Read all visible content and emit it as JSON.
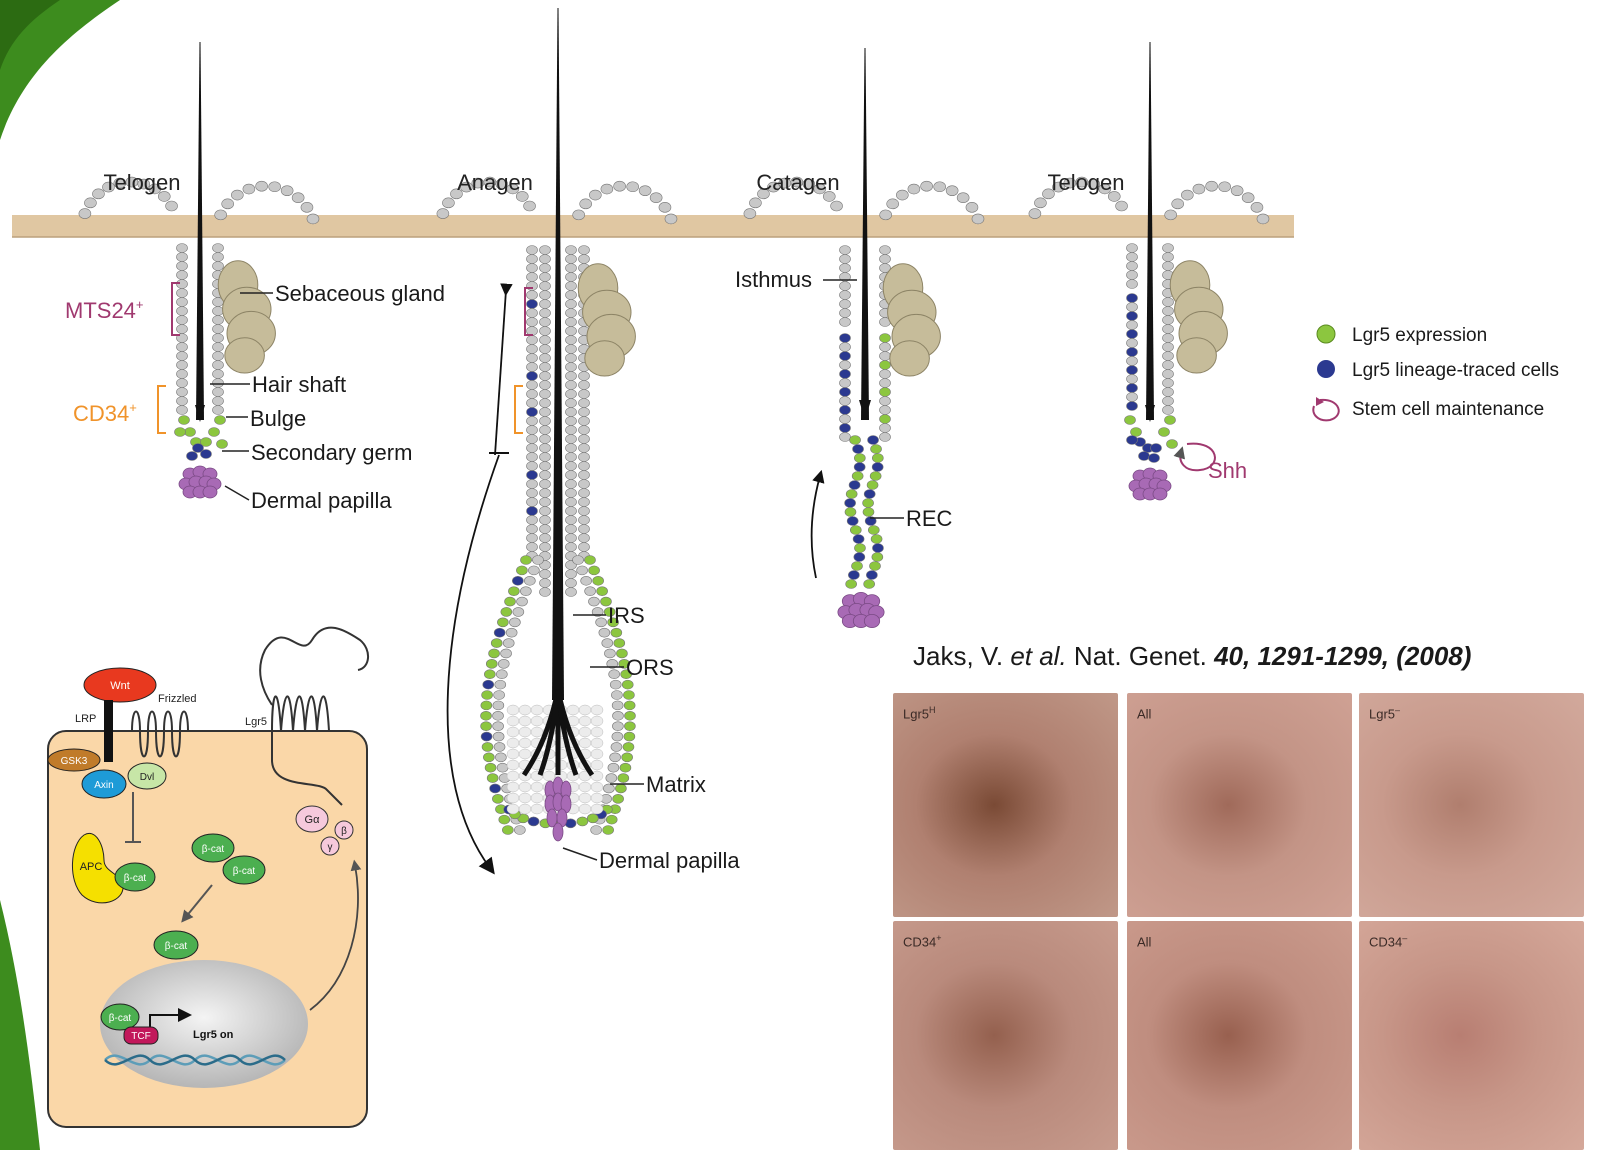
{
  "colors": {
    "lgr5_expression": "#8cc63f",
    "lgr5_lineage": "#2b3990",
    "dermal_papilla": "#a86ab5",
    "mts24": "#a0396f",
    "cd34": "#f0932a",
    "shh": "#a0396f",
    "skin": "#e0c7a2",
    "cell_gray": "#c8c8c8",
    "gland": "#c6bc9a",
    "hair": "#111111",
    "slide_green": "#3d8c1e"
  },
  "stages": {
    "telogen1": "Telogen",
    "anagen": "Anagen",
    "catagen": "Catagen",
    "telogen2": "Telogen"
  },
  "markers": {
    "mts24": "MTS24",
    "mts24_sup": "+",
    "cd34": "CD34",
    "cd34_sup": "+"
  },
  "labels": {
    "sebaceous_gland": "Sebaceous gland",
    "hair_shaft": "Hair shaft",
    "bulge": "Bulge",
    "secondary_germ": "Secondary germ",
    "dermal_papilla": "Dermal papilla",
    "isthmus": "Isthmus",
    "rec": "REC",
    "irs": "IRS",
    "ors": "ORS",
    "matrix": "Matrix",
    "dermal_papilla_anagen": "Dermal papilla",
    "shh": "Shh"
  },
  "legend": [
    {
      "label": "Lgr5 expression",
      "icon": "green-dot-icon"
    },
    {
      "label": "Lgr5 lineage-traced cells",
      "icon": "blue-dot-icon"
    },
    {
      "label": "Stem cell maintenance",
      "icon": "circular-arrow-icon"
    }
  ],
  "pathway": {
    "wnt": "Wnt",
    "frizzled": "Frizzled",
    "lrp": "LRP",
    "lgr5": "Lgr5",
    "gsk3": "GSK3",
    "axin": "Axin",
    "dvl": "Dvl",
    "apc": "APC",
    "bcat": "β-cat",
    "galpha": "Gα",
    "beta": "β",
    "gamma": "γ",
    "tcf": "TCF",
    "lgr5_on": "Lgr5 on"
  },
  "citation": {
    "authors": "Jaks, V. ",
    "etal": "et al.",
    "journal": " Nat. Genet. ",
    "details": "40, 1291-1299, (2008)"
  },
  "photos": [
    {
      "label": "Lgr5",
      "sup": "H"
    },
    {
      "label": "All",
      "sup": ""
    },
    {
      "label": "Lgr5",
      "sup": "–"
    },
    {
      "label": "CD34",
      "sup": "+"
    },
    {
      "label": "All",
      "sup": ""
    },
    {
      "label": "CD34",
      "sup": "–"
    }
  ]
}
